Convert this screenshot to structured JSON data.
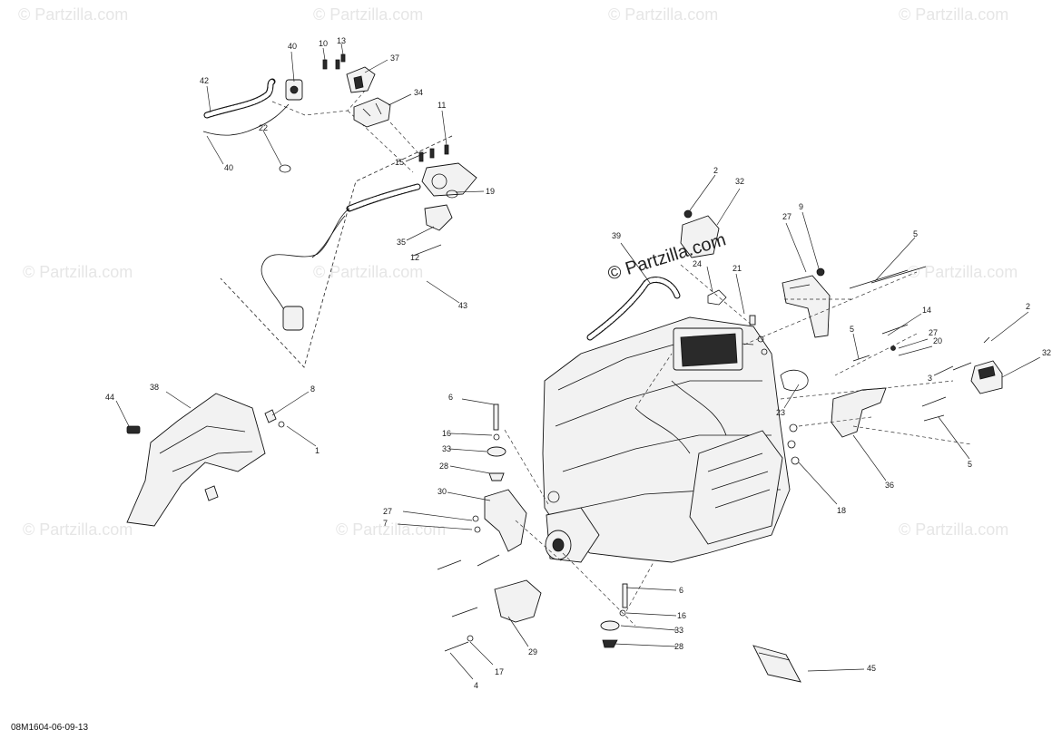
{
  "watermark": {
    "text": "© Partzilla.com"
  },
  "diagram_code": "08M1604-06-09-13",
  "callouts": [
    "40",
    "10",
    "13",
    "37",
    "42",
    "34",
    "11",
    "22",
    "40",
    "15",
    "19",
    "35",
    "12",
    "43",
    "2",
    "32",
    "39",
    "9",
    "27",
    "5",
    "24",
    "21",
    "14",
    "2",
    "27",
    "20",
    "32",
    "3",
    "5",
    "23",
    "6",
    "16",
    "33",
    "28",
    "30",
    "27",
    "7",
    "36",
    "5",
    "18",
    "44",
    "38",
    "8",
    "1",
    "6",
    "16",
    "33",
    "28",
    "29",
    "17",
    "4",
    "45"
  ]
}
